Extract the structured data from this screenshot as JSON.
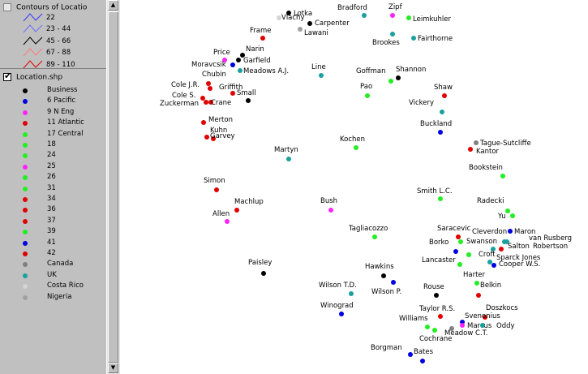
{
  "contours_layer": {
    "title": "Contours of Locatio",
    "items": [
      {
        "label": "22",
        "color": "#3a3aff"
      },
      {
        "label": "23 - 44",
        "color": "#6d6dff"
      },
      {
        "label": "45 - 66",
        "color": "#000000"
      },
      {
        "label": "67 - 88",
        "color": "#ff7b7b"
      },
      {
        "label": "89 - 110",
        "color": "#e00000"
      }
    ]
  },
  "location_layer": {
    "title": "Location.shp",
    "items": [
      {
        "label": "Business",
        "color": "#000000"
      },
      {
        "label": "6 Pacific",
        "color": "#0000e0"
      },
      {
        "label": "9 N Eng",
        "color": "#ff22ff"
      },
      {
        "label": "11 Atlantic",
        "color": "#e00000"
      },
      {
        "label": "17 Central",
        "color": "#22ee22"
      },
      {
        "label": "18",
        "color": "#22ee22"
      },
      {
        "label": "24",
        "color": "#22ee22"
      },
      {
        "label": "25",
        "color": "#ff22ff"
      },
      {
        "label": "26",
        "color": "#22ee22"
      },
      {
        "label": "31",
        "color": "#22ee22"
      },
      {
        "label": "34",
        "color": "#e00000"
      },
      {
        "label": "36",
        "color": "#e00000"
      },
      {
        "label": "37",
        "color": "#e00000"
      },
      {
        "label": "39",
        "color": "#22ee22"
      },
      {
        "label": "41",
        "color": "#0000e0"
      },
      {
        "label": "42",
        "color": "#e00000"
      },
      {
        "label": "Canada",
        "color": "#808080"
      },
      {
        "label": "UK",
        "color": "#1aa0a0"
      },
      {
        "label": "Costa Rico",
        "color": "#d4d4d4"
      },
      {
        "label": "Nigeria",
        "color": "#a0a0a0"
      }
    ]
  },
  "scrollbar": {
    "up_arrow": "▲",
    "down_arrow": "▼"
  },
  "map_points": [
    {
      "name": "Lotka",
      "color": "#000000"
    },
    {
      "name": "Vlachy",
      "color": "#d4d4d4"
    },
    {
      "name": "Carpenter",
      "color": "#000000"
    },
    {
      "name": "Lawani",
      "color": "#a0a0a0"
    },
    {
      "name": "Bradford",
      "color": "#1aa0a0"
    },
    {
      "name": "Zipf",
      "color": "#ff22ff"
    },
    {
      "name": "Leimkuhler",
      "color": "#22ee22"
    },
    {
      "name": "Brookes",
      "color": "#1aa0a0"
    },
    {
      "name": "Fairthorne",
      "color": "#1aa0a0"
    },
    {
      "name": "Frame",
      "color": "#e00000"
    },
    {
      "name": "Narin",
      "color": "#000000"
    },
    {
      "name": "Price",
      "color": "#ff22ff"
    },
    {
      "name": "Garfield",
      "color": "#000000"
    },
    {
      "name": "Moravcsik",
      "color": "#0000e0"
    },
    {
      "name": "Meadows A.J.",
      "color": "#1aa0a0"
    },
    {
      "name": "Line",
      "color": "#1aa0a0"
    },
    {
      "name": "Goffman",
      "color": "#22ee22"
    },
    {
      "name": "Shannon",
      "color": "#000000"
    },
    {
      "name": "Chubin",
      "color": "#e00000"
    },
    {
      "name": "Cole J.R.",
      "color": "#e00000"
    },
    {
      "name": "Griffith",
      "color": "#e00000"
    },
    {
      "name": "Small",
      "color": "#000000"
    },
    {
      "name": "Cole S.",
      "color": "#e00000"
    },
    {
      "name": "Zuckerman",
      "color": "#e00000"
    },
    {
      "name": "Crane",
      "color": "#e00000"
    },
    {
      "name": "Pao",
      "color": "#22ee22"
    },
    {
      "name": "Shaw",
      "color": "#e00000"
    },
    {
      "name": "Vickery",
      "color": "#1aa0a0"
    },
    {
      "name": "Merton",
      "color": "#e00000"
    },
    {
      "name": "Buckland",
      "color": "#0000e0"
    },
    {
      "name": "Kuhn",
      "color": "#e00000"
    },
    {
      "name": "Garvey",
      "color": "#e00000"
    },
    {
      "name": "Kochen",
      "color": "#22ee22"
    },
    {
      "name": "Tague-Sutcliffe",
      "color": "#808080"
    },
    {
      "name": "Kantor",
      "color": "#e00000"
    },
    {
      "name": "Martyn",
      "color": "#1aa0a0"
    },
    {
      "name": "Bookstein",
      "color": "#22ee22"
    },
    {
      "name": "Simon",
      "color": "#e00000"
    },
    {
      "name": "Smith L.C.",
      "color": "#22ee22"
    },
    {
      "name": "Machlup",
      "color": "#e00000"
    },
    {
      "name": "Bush",
      "color": "#ff22ff"
    },
    {
      "name": "Radecki",
      "color": "#22ee22"
    },
    {
      "name": "Allen",
      "color": "#ff22ff"
    },
    {
      "name": "Yu",
      "color": "#22ee22"
    },
    {
      "name": "Tagliacozzo",
      "color": "#22ee22"
    },
    {
      "name": "Saracevic",
      "color": "#e00000"
    },
    {
      "name": "Cleverdon",
      "color": "#1aa0a0"
    },
    {
      "name": "Maron",
      "color": "#0000e0"
    },
    {
      "name": "van Rusberg",
      "color": "#1aa0a0"
    },
    {
      "name": "Swanson",
      "color": "#22ee22"
    },
    {
      "name": "Borko",
      "color": "#0000e0"
    },
    {
      "name": "Salton",
      "color": "#e00000"
    },
    {
      "name": "Robertson",
      "color": "#1aa0a0"
    },
    {
      "name": "Croft",
      "color": "#22ee22"
    },
    {
      "name": "Lancaster",
      "color": "#22ee22"
    },
    {
      "name": "Sparck Jones",
      "color": "#1aa0a0"
    },
    {
      "name": "Cooper W.S.",
      "color": "#0000e0"
    },
    {
      "name": "Paisley",
      "color": "#000000"
    },
    {
      "name": "Hawkins",
      "color": "#000000"
    },
    {
      "name": "Harter",
      "color": "#22ee22"
    },
    {
      "name": "Wilson T.D.",
      "color": "#1aa0a0"
    },
    {
      "name": "Wilson P.",
      "color": "#0000e0"
    },
    {
      "name": "Rouse",
      "color": "#000000"
    },
    {
      "name": "Belkin",
      "color": "#e00000"
    },
    {
      "name": "Winograd",
      "color": "#0000e0"
    },
    {
      "name": "Taylor R.S.",
      "color": "#e00000"
    },
    {
      "name": "Doszkocs",
      "color": "#e00000"
    },
    {
      "name": "Svenonius",
      "color": "#0000e0"
    },
    {
      "name": "Williams",
      "color": "#22ee22"
    },
    {
      "name": "Marcus",
      "color": "#ff22ff"
    },
    {
      "name": "Oddy",
      "color": "#1aa0a0"
    },
    {
      "name": "Meadow C.T.",
      "color": "#808080"
    },
    {
      "name": "Cochrane",
      "color": "#22ee22"
    },
    {
      "name": "Borgman",
      "color": "#0000e0"
    },
    {
      "name": "Bates",
      "color": "#0000e0"
    }
  ]
}
